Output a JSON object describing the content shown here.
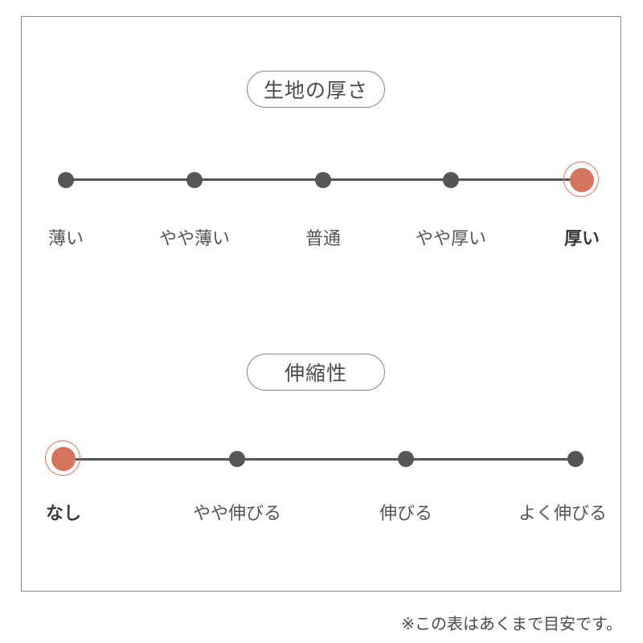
{
  "thickness": {
    "title": "生地の厚さ",
    "levels": [
      "薄い",
      "やや薄い",
      "普通",
      "やや厚い",
      "厚い"
    ],
    "selected_level": "厚い"
  },
  "stretch": {
    "title": "伸縮性",
    "levels": [
      "なし",
      "やや伸びる",
      "伸びる",
      "よく伸びる"
    ],
    "selected_level": "なし"
  },
  "footnote": "※この表はあくまで目安です。",
  "colors": {
    "track": "#555555",
    "selected": "#d4735e",
    "border": "#8a8a8a"
  }
}
